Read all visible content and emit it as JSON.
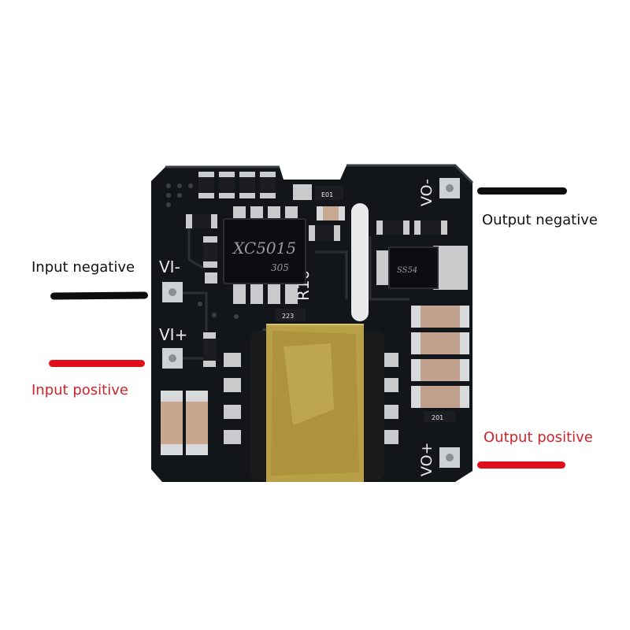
{
  "labels": {
    "input_negative": "Input negative",
    "input_positive": "Input positive",
    "output_negative": "Output negative",
    "output_positive": "Output positive"
  },
  "silkscreen": {
    "vi_minus": "VI-",
    "vi_plus": "VI+",
    "vo_minus": "VO-",
    "vo_plus": "VO+",
    "r10": "R10",
    "ic_line1": "XC5015",
    "ic_line2": "305",
    "d_mark": "SS54",
    "r_mark": "223",
    "e01": "E01",
    "c_201": "201"
  },
  "colors": {
    "pcb": "#111418",
    "negative_wire": "#0d0d0d",
    "positive_wire": "#e0101a",
    "label_red": "#d0242b",
    "tape": "#b8a046"
  }
}
